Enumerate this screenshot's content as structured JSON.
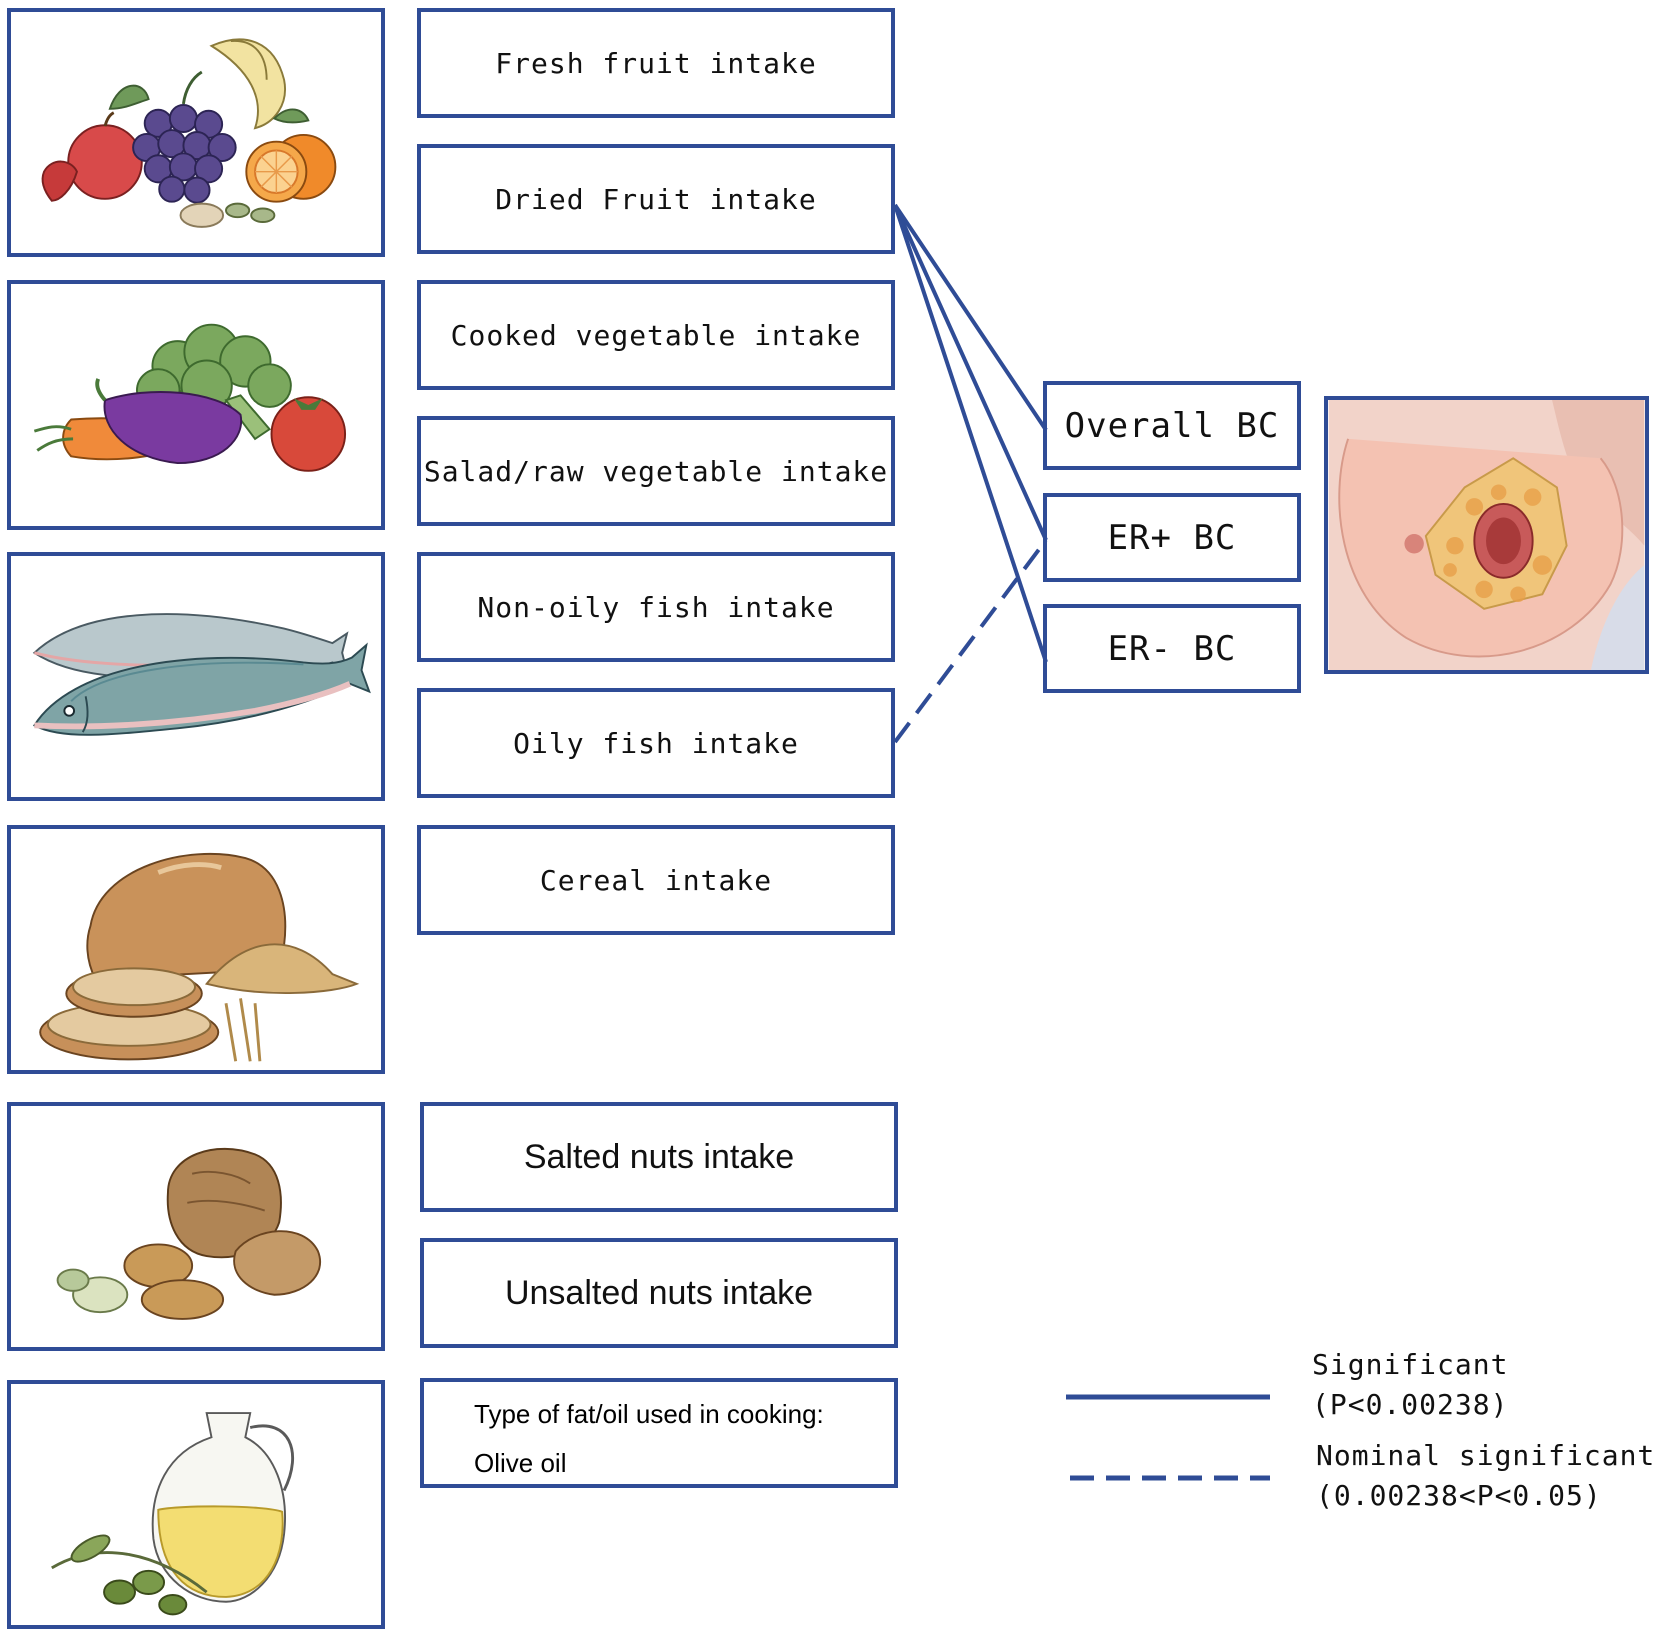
{
  "colors": {
    "border": "#2f4c96",
    "line": "#2f4c96"
  },
  "panels": [
    {
      "id": "fruit",
      "icon": "fruit-icon"
    },
    {
      "id": "vegetable",
      "icon": "vegetable-icon"
    },
    {
      "id": "fish",
      "icon": "fish-icon"
    },
    {
      "id": "cereal",
      "icon": "bread-icon"
    },
    {
      "id": "nuts",
      "icon": "nuts-icon"
    },
    {
      "id": "oil",
      "icon": "olive-oil-icon"
    },
    {
      "id": "breast",
      "icon": "breast-cancer-icon"
    }
  ],
  "exposures": {
    "fresh_fruit": "Fresh fruit intake",
    "dried_fruit": "Dried Fruit intake",
    "cooked_veg": "Cooked vegetable intake",
    "raw_veg": "Salad/raw vegetable intake",
    "non_oily_fish": "Non-oily fish intake",
    "oily_fish": "Oily fish intake",
    "cereal": "Cereal intake",
    "salted_nuts": "Salted nuts intake",
    "unsalted_nuts": "Unsalted nuts intake",
    "oil_line1": "Type of fat/oil used in cooking:",
    "oil_line2": "Olive oil"
  },
  "outcomes": {
    "overall": "Overall BC",
    "er_pos": "ER+ BC",
    "er_neg": "ER- BC"
  },
  "associations": [
    {
      "from": "Dried Fruit intake",
      "to": "Overall BC",
      "type": "significant"
    },
    {
      "from": "Dried Fruit intake",
      "to": "ER+ BC",
      "type": "significant"
    },
    {
      "from": "Dried Fruit intake",
      "to": "ER- BC",
      "type": "significant"
    },
    {
      "from": "Oily fish intake",
      "to": "ER+ BC",
      "type": "nominal"
    }
  ],
  "legend": {
    "significant_label": "Significant",
    "significant_range": "(P<0.00238)",
    "nominal_label": "Nominal significant",
    "nominal_range": "(0.00238<P<0.05)"
  }
}
